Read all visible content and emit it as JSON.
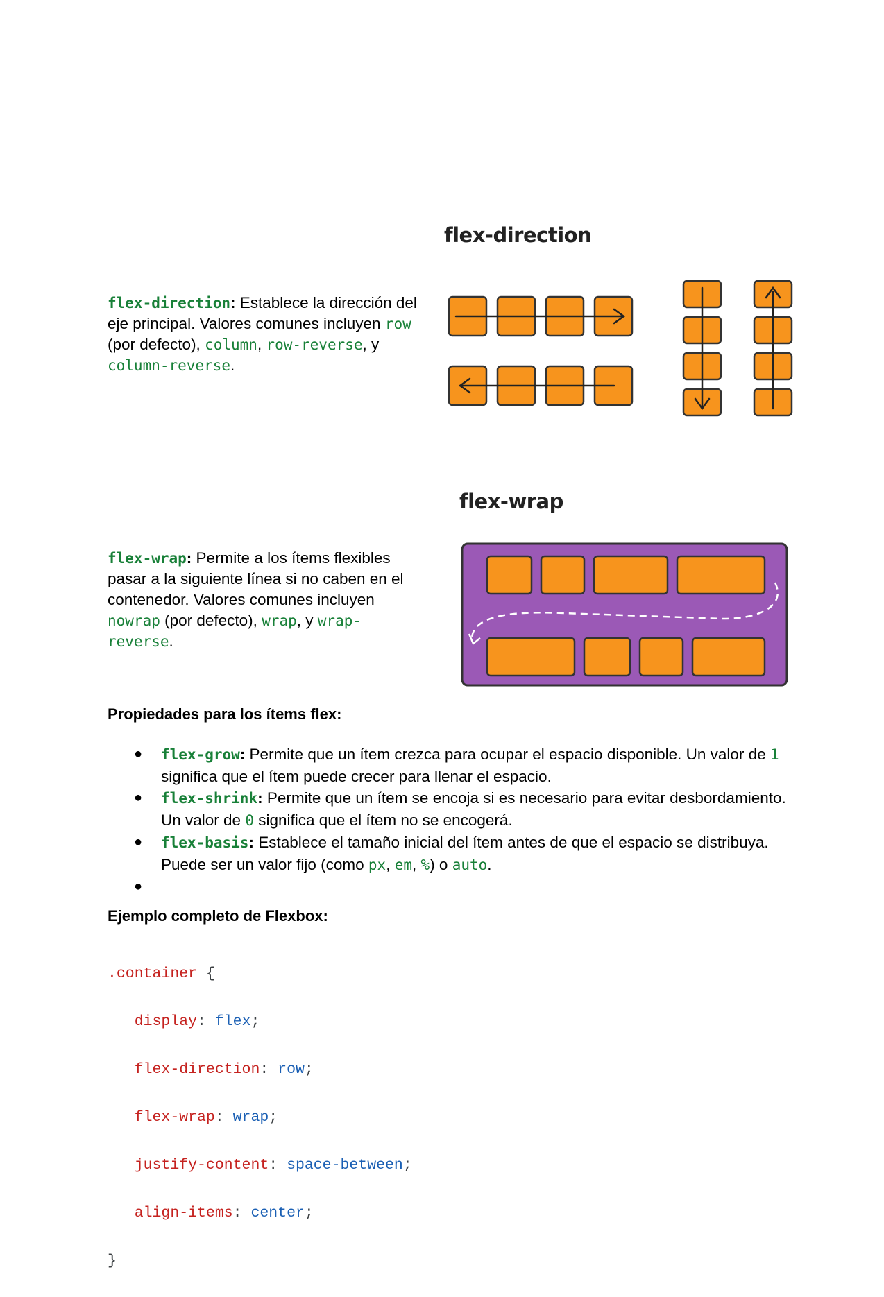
{
  "section1": {
    "term": "flex-direction",
    "colon": ":",
    "text1": " Establece la dirección del eje principal. Valores comunes incluyen ",
    "v1": "row",
    "t2": " (por defecto), ",
    "v2": "column",
    "t3": ", ",
    "v3": "row-reverse",
    "t4": ", y ",
    "v4": "column-reverse",
    "t5": "."
  },
  "figure1": {
    "title": "flex-direction"
  },
  "section2": {
    "term": "flex-wrap",
    "colon": ":",
    "text1": " Permite a los ítems flexibles pasar a la siguiente línea si no caben en el contenedor. Valores comunes incluyen ",
    "v1": "nowrap",
    "t2": " (por defecto), ",
    "v2": "wrap",
    "t3": ", y ",
    "v3": "wrap-reverse",
    "t4": "."
  },
  "figure2": {
    "title": "flex-wrap"
  },
  "items_heading": "Propiedades para los ítems flex:",
  "items": {
    "bullet": "●",
    "grow": {
      "term": "flex-grow",
      "colon": ":",
      "t1": " Permite que un ítem crezca para ocupar el espacio disponible. Un valor de ",
      "v1": "1",
      "t2": " significa que el ítem puede crecer para llenar el espacio."
    },
    "shrink": {
      "term": "flex-shrink",
      "colon": ":",
      "t1": " Permite que un ítem se encoja si es necesario para evitar desbordamiento. Un valor de ",
      "v1": "0",
      "t2": " significa que el ítem no se encogerá."
    },
    "basis": {
      "term": "flex-basis",
      "colon": ":",
      "t1": " Establece el tamaño inicial del ítem antes de que el espacio se distribuya. Puede ser un valor fijo (como ",
      "v1": "px",
      "t2": ", ",
      "v2": "em",
      "t3": ", ",
      "v3": "%",
      "t4": ") o ",
      "v4": "auto",
      "t5": "."
    }
  },
  "example_heading": "Ejemplo completo de Flexbox:",
  "code": {
    "selector": ".container",
    "open": " {",
    "close": "}",
    "lines": [
      {
        "prop": "display",
        "val": "flex"
      },
      {
        "prop": "flex-direction",
        "val": "row"
      },
      {
        "prop": "flex-wrap",
        "val": "wrap"
      },
      {
        "prop": "justify-content",
        "val": "space-between"
      },
      {
        "prop": "align-items",
        "val": "center"
      }
    ],
    "sep": ": ",
    "end": ";"
  },
  "colors": {
    "code_green": "#188038",
    "box_orange": "#f7941d",
    "wrap_purple": "#9b59b6",
    "css_prop_red": "#c5221f",
    "css_val_blue": "#1a5fb4"
  }
}
